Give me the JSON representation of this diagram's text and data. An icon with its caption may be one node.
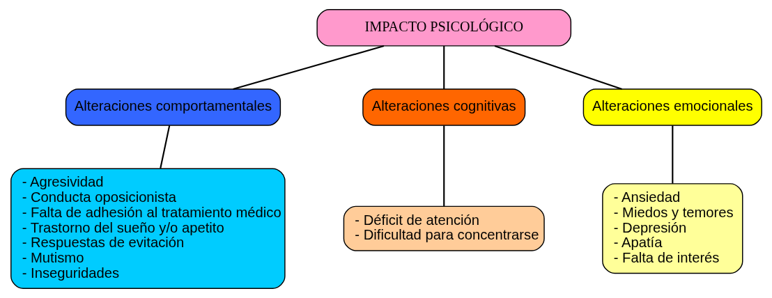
{
  "diagram": {
    "nodes": [
      {
        "text": [
          "IMPACTO PSICOLÓGICO"
        ]
      },
      {
        "text": [
          "Alteraciones comportamentales"
        ]
      },
      {
        "text": [
          "Alteraciones cognitivas"
        ]
      },
      {
        "text": [
          "Alteraciones emocionales"
        ]
      },
      {
        "text": [
          "- Agresividad",
          "- Conducta oposicionista",
          "- Falta de adhesión al tratamiento médico",
          "- Trastorno del sueño y/o apetito",
          "- Respuestas de evitación",
          "- Mutismo",
          "- Inseguridades"
        ]
      },
      {
        "text": [
          "- Déficit de atención",
          "- Dificultad para concentrarse"
        ]
      },
      {
        "text": [
          "- Ansiedad",
          "- Miedos y temores",
          "- Depresión",
          "- Apatía",
          "- Falta de interés"
        ]
      }
    ],
    "edges": [
      {
        "from": 0,
        "to": 1,
        "arrow": "none"
      },
      {
        "from": 0,
        "to": 2,
        "arrow": "none"
      },
      {
        "from": 0,
        "to": 3,
        "arrow": "none"
      },
      {
        "from": 1,
        "to": 4,
        "arrow": "none"
      },
      {
        "from": 2,
        "to": 5,
        "arrow": "none"
      },
      {
        "from": 3,
        "to": 6,
        "arrow": "none"
      }
    ]
  }
}
